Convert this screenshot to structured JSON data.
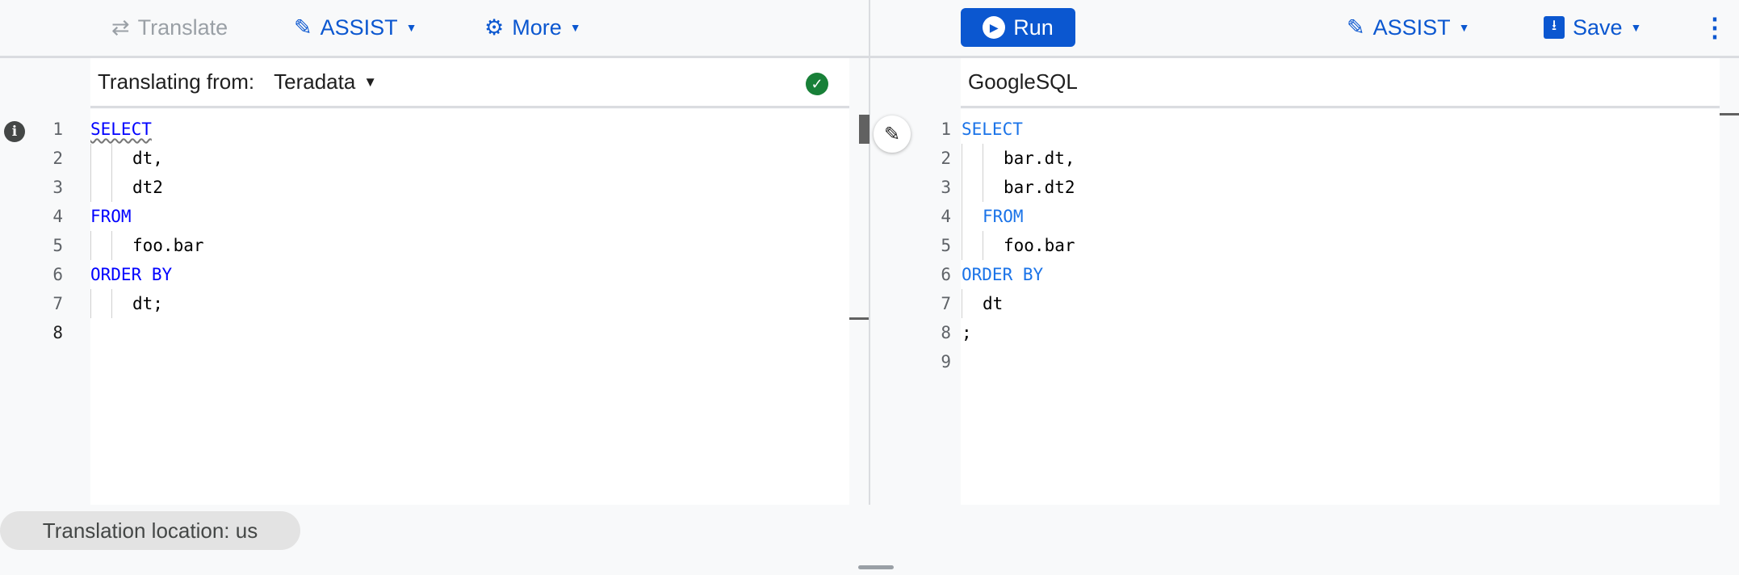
{
  "toolbar_left": {
    "translate_label": "Translate",
    "assist_label": "ASSIST",
    "more_label": "More"
  },
  "toolbar_right": {
    "run_label": "Run",
    "assist_label": "ASSIST",
    "save_label": "Save"
  },
  "source": {
    "header_label": "Translating from:",
    "dialect": "Teradata",
    "status": "valid",
    "lines": [
      {
        "n": "1",
        "kw": "SELECT",
        "text": "",
        "indent": 0
      },
      {
        "n": "2",
        "kw": "",
        "text": "dt,",
        "indent": 2
      },
      {
        "n": "3",
        "kw": "",
        "text": "dt2",
        "indent": 2
      },
      {
        "n": "4",
        "kw": "FROM",
        "text": "",
        "indent": 0
      },
      {
        "n": "5",
        "kw": "",
        "text": "foo.bar",
        "indent": 2
      },
      {
        "n": "6",
        "kw": "ORDER BY",
        "text": "",
        "indent": 0
      },
      {
        "n": "7",
        "kw": "",
        "text": "dt;",
        "indent": 2
      },
      {
        "n": "8",
        "kw": "",
        "text": "",
        "indent": 0
      }
    ]
  },
  "target": {
    "dialect": "GoogleSQL",
    "lines": [
      {
        "n": "1",
        "kw": "SELECT",
        "text": "",
        "indent": 0
      },
      {
        "n": "2",
        "kw": "",
        "text": "bar.dt,",
        "indent": 2
      },
      {
        "n": "3",
        "kw": "",
        "text": "bar.dt2",
        "indent": 2
      },
      {
        "n": "4",
        "kw": "FROM",
        "text": "",
        "indent": 1
      },
      {
        "n": "5",
        "kw": "",
        "text": "foo.bar",
        "indent": 2
      },
      {
        "n": "6",
        "kw": "ORDER BY",
        "text": "",
        "indent": 0
      },
      {
        "n": "7",
        "kw": "",
        "text": "dt",
        "indent": 1
      },
      {
        "n": "8",
        "kw": "",
        "text": ";",
        "indent": 0
      },
      {
        "n": "9",
        "kw": "",
        "text": "",
        "indent": 0
      }
    ]
  },
  "footer": {
    "location_label": "Translation location: us"
  },
  "colors": {
    "accent": "#0b57d0",
    "source_keyword": "#0000ff",
    "target_keyword": "#1a73e8",
    "success": "#188038"
  }
}
